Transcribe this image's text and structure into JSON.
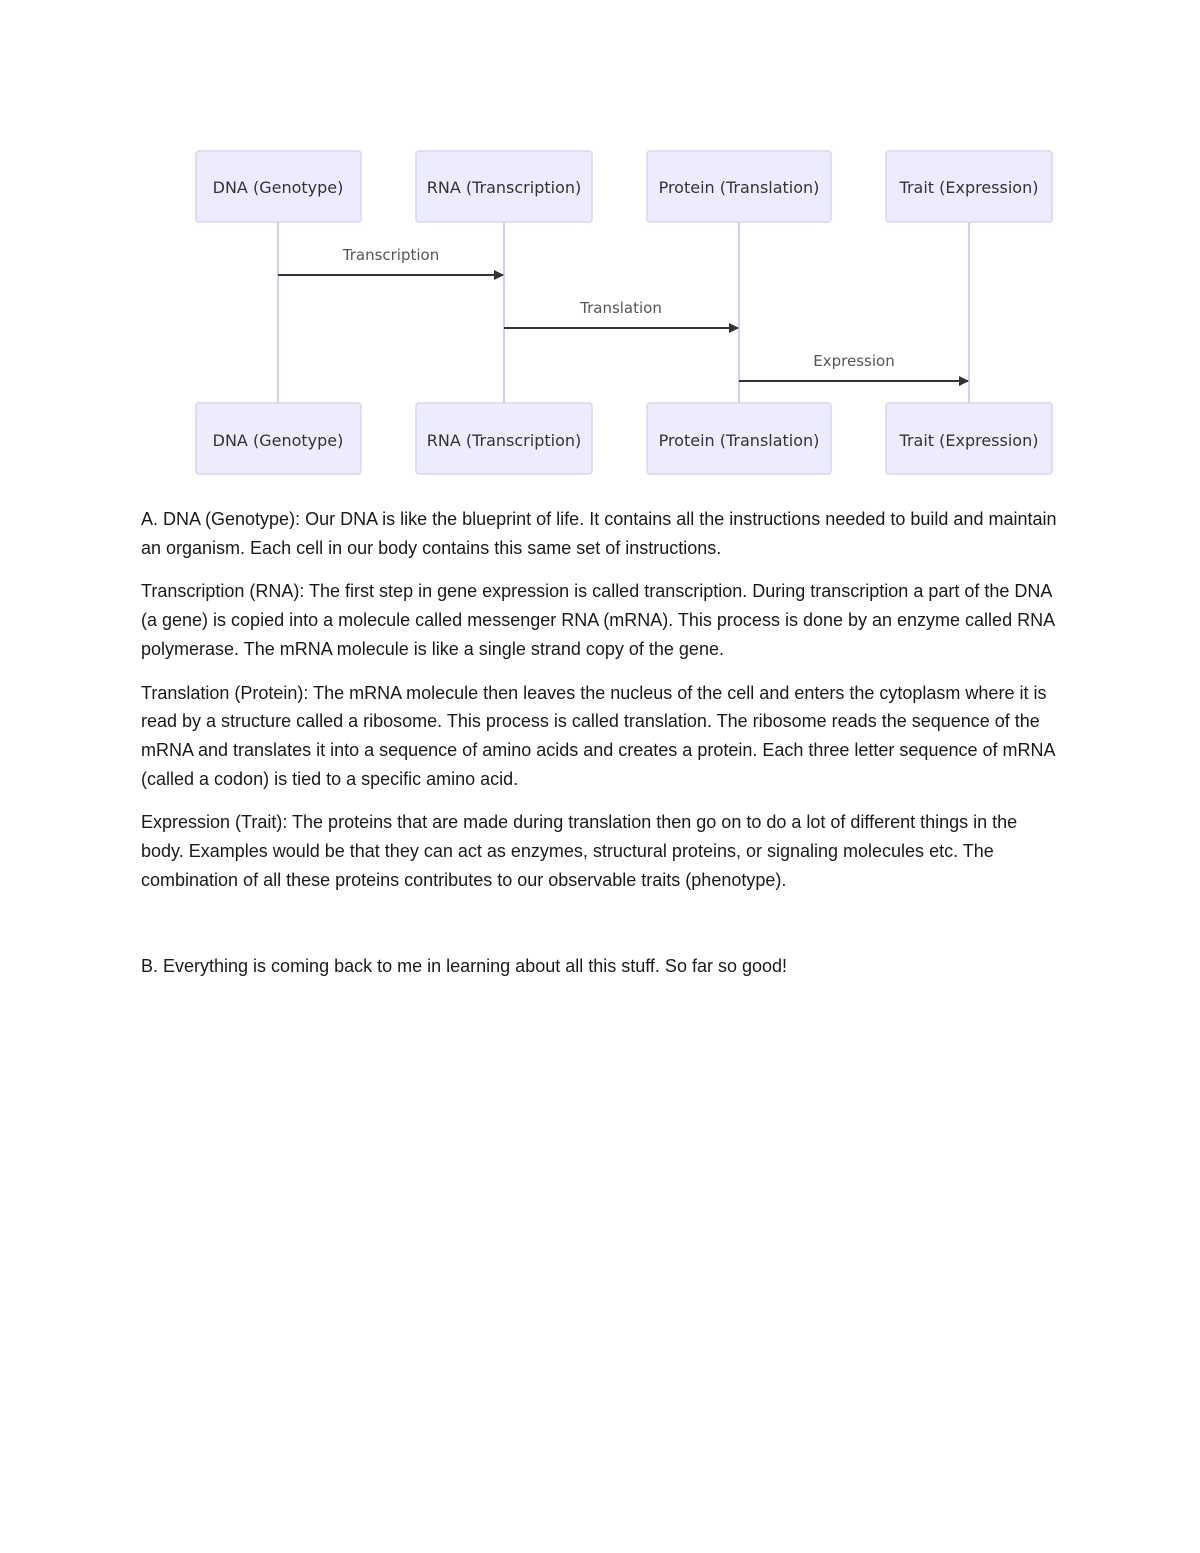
{
  "diagram": {
    "actors": [
      "DNA (Genotype)",
      "RNA (Transcription)",
      "Protein (Translation)",
      "Trait (Expression)"
    ],
    "messages": [
      {
        "from": 0,
        "to": 1,
        "label": "Transcription"
      },
      {
        "from": 1,
        "to": 2,
        "label": "Translation"
      },
      {
        "from": 2,
        "to": 3,
        "label": "Expression"
      }
    ]
  },
  "text": {
    "para_a": "A. DNA (Genotype): Our DNA is like the blueprint of life. It contains all the instructions needed to build and maintain an organism. Each cell in our body contains this same set of instructions.",
    "para_transcription": "Transcription (RNA): The first step in gene expression is called transcription. During transcription a part of the DNA (a gene) is copied into a molecule called messenger RNA (mRNA). This process is done by an enzyme called RNA polymerase. The mRNA molecule is like a single strand copy of the gene.",
    "para_translation": "Translation (Protein): The mRNA molecule then leaves the nucleus of the cell and enters the cytoplasm where it is read by a structure called a ribosome. This process is called translation. The ribosome reads the sequence of the mRNA and translates it into a sequence of amino acids and creates a protein. Each three letter sequence of mRNA (called a codon) is tied to a specific amino acid.",
    "para_expression": "Expression (Trait): The proteins that are made during translation then go on to do a lot of different things in the body. Examples would be that they can act as enzymes, structural proteins, or signaling molecules etc. The combination of all these proteins contributes to our observable traits (phenotype).",
    "para_b": "B. Everything is coming back to me in learning about all this stuff.  So far so good!"
  }
}
